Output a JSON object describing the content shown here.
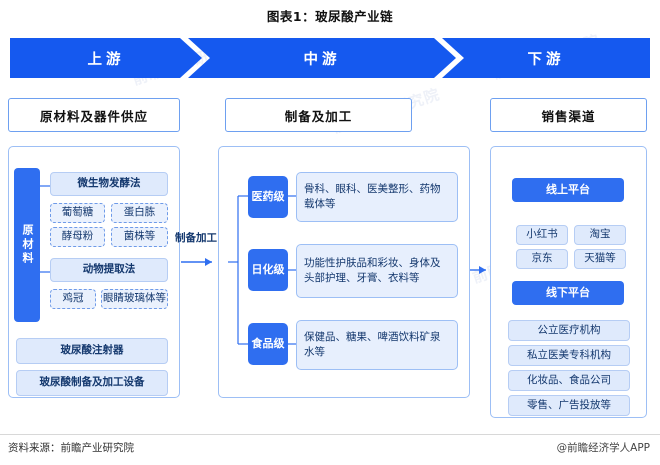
{
  "title": "图表1：玻尿酸产业链",
  "watermarks": [
    "前瞻产业研究院",
    "前瞻产业研究院",
    "前瞻产业研究院",
    "前瞻产业研究院",
    "前瞻产业研究院",
    "前瞻产业研究院"
  ],
  "stages": [
    {
      "label": "上游"
    },
    {
      "label": "中游"
    },
    {
      "label": "下游"
    }
  ],
  "sections": [
    {
      "label": "原材料及器件供应"
    },
    {
      "label": "制备及加工"
    },
    {
      "label": "销售渠道"
    }
  ],
  "upstream": {
    "vertical_label": "原材料",
    "groups": [
      {
        "label": "微生物发酵法",
        "items": [
          "葡萄糖",
          "蛋白胨",
          "酵母粉",
          "菌株等"
        ]
      },
      {
        "label": "动物提取法",
        "items": [
          "鸡冠",
          "眼睛玻璃体等"
        ]
      }
    ],
    "equipment": [
      "玻尿酸注射器",
      "玻尿酸制备及加工设备"
    ]
  },
  "arrow_label": "制备加工",
  "midstream": {
    "rows": [
      {
        "grade": "医药级",
        "desc": "骨科、眼科、医美整形、药物载体等"
      },
      {
        "grade": "日化级",
        "desc": "功能性护肤品和彩妆、身体及头部护理、牙膏、衣料等"
      },
      {
        "grade": "食品级",
        "desc": "保健品、糖果、啤酒饮料矿泉水等"
      }
    ]
  },
  "downstream": {
    "online": {
      "label": "线上平台",
      "items": [
        "小红书",
        "淘宝",
        "京东",
        "天猫等"
      ]
    },
    "offline": {
      "label": "线下平台",
      "items": [
        "公立医疗机构",
        "私立医美专科机构",
        "化妆品、食品公司",
        "零售、广告投放等"
      ]
    }
  },
  "footer": {
    "source": "资料来源：前瞻产业研究院",
    "brand": "@前瞻经济学人APP"
  }
}
